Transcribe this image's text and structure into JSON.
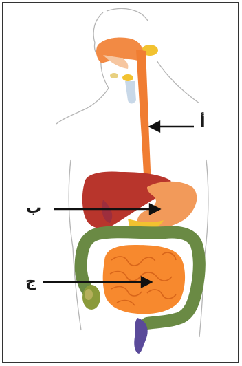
{
  "labels": {
    "a": "أ",
    "b": "ب",
    "c": "ج"
  },
  "colors": {
    "esophagus": "#f07d32",
    "liver": "#b8352c",
    "stomach": "#f29a5a",
    "small_intestine": "#f7892e",
    "large_intestine": "#6a8a44",
    "gallbladder": "#8a9a3a",
    "rectum": "#5a4a9a",
    "salivary_gland": "#f2c230",
    "outline": "#b0b0b0"
  }
}
